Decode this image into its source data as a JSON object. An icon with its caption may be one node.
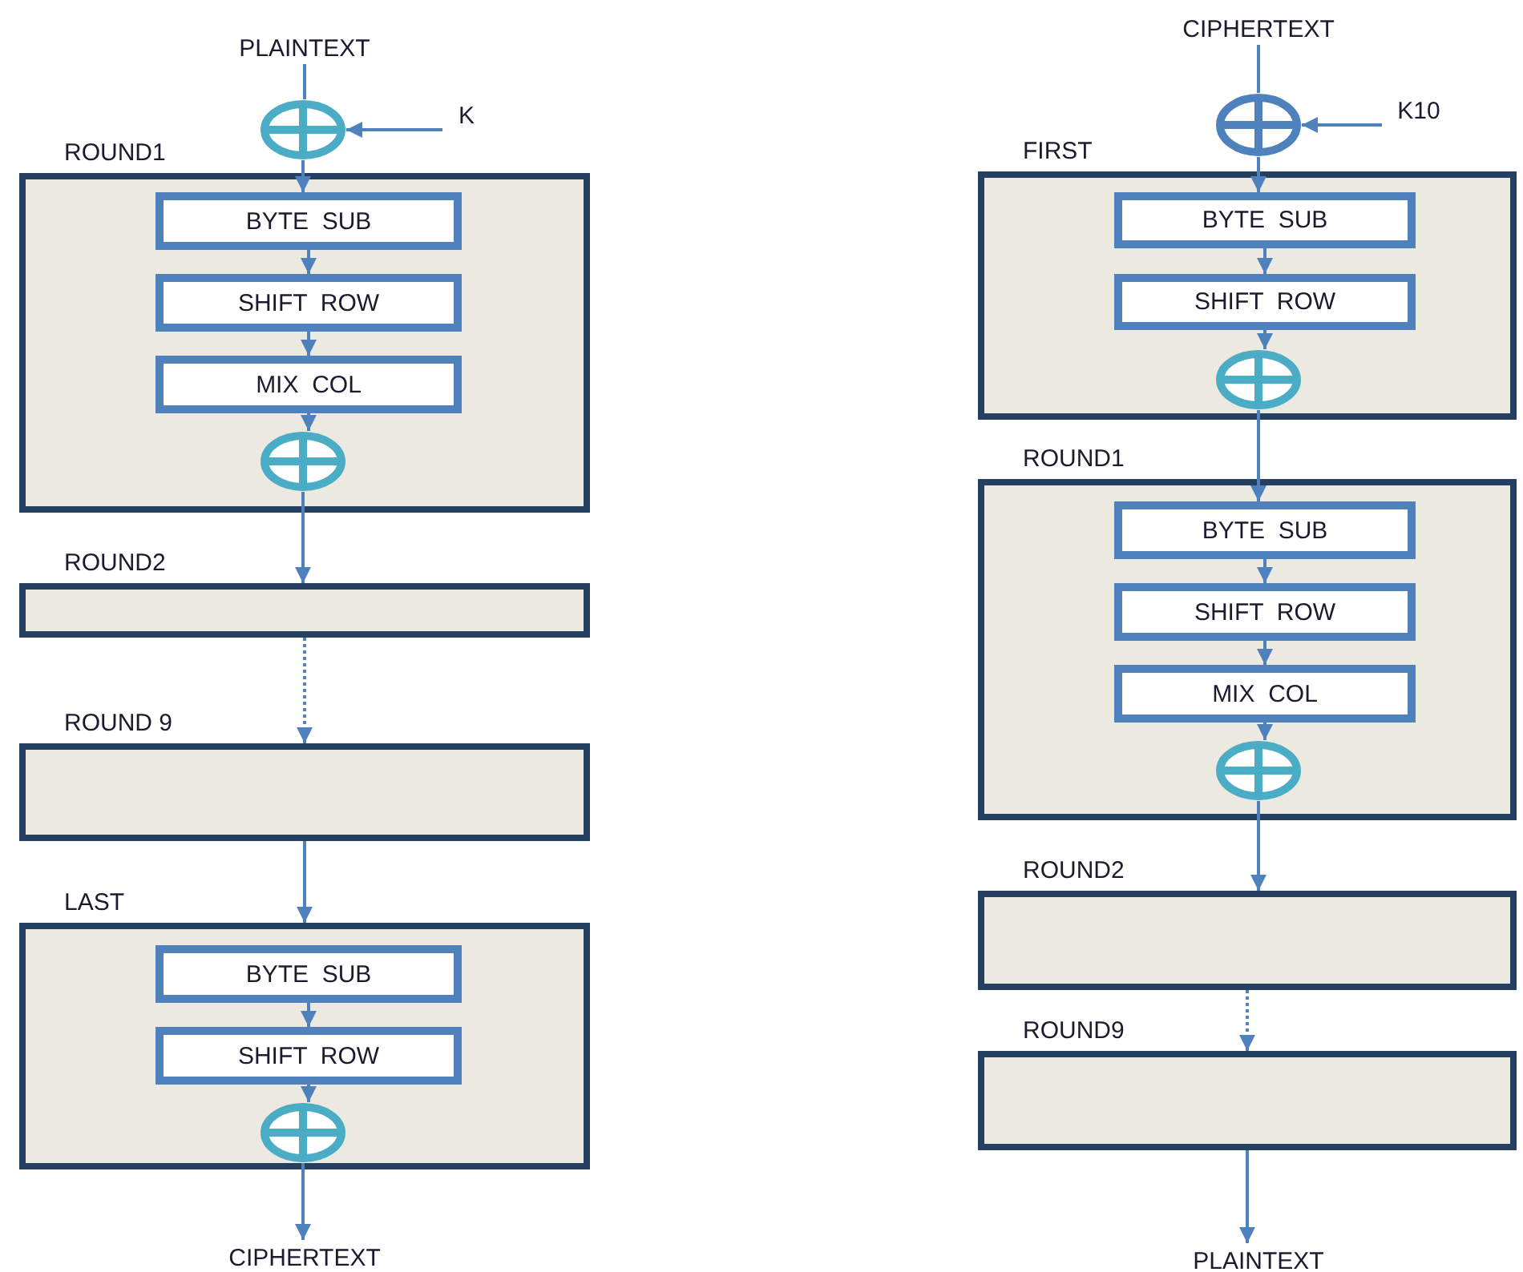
{
  "diagram": {
    "nodes": [
      {
        "text": [
          "PLAINTEXT"
        ]
      },
      {
        "text": [],
        "shape": "circle"
      },
      {
        "text": [
          "K"
        ]
      },
      {
        "text": [
          "ROUND1"
        ]
      },
      {
        "text": [
          "BYTE  SUB"
        ],
        "in": 3
      },
      {
        "text": [
          "SHIFT  ROW"
        ],
        "in": 3
      },
      {
        "text": [
          "MIX  COL"
        ],
        "in": 3
      },
      {
        "text": [],
        "shape": "circle",
        "in": 3
      },
      {
        "text": [
          "ROUND2"
        ]
      },
      {
        "text": [
          "ROUND 9"
        ]
      },
      {
        "text": [
          "LAST"
        ]
      },
      {
        "text": [
          "BYTE  SUB"
        ],
        "in": 10
      },
      {
        "text": [
          "SHIFT  ROW"
        ],
        "in": 10
      },
      {
        "text": [],
        "shape": "circle",
        "in": 10
      },
      {
        "text": [
          "CIPHERTEXT"
        ]
      },
      {
        "text": [
          "CIPHERTEXT"
        ]
      },
      {
        "text": [],
        "shape": "circle"
      },
      {
        "text": [
          "K10"
        ]
      },
      {
        "text": [
          "FIRST"
        ]
      },
      {
        "text": [
          "BYTE  SUB"
        ],
        "in": 18
      },
      {
        "text": [
          "SHIFT  ROW"
        ],
        "in": 18
      },
      {
        "text": [],
        "shape": "circle",
        "in": 18
      },
      {
        "text": [
          "ROUND1"
        ]
      },
      {
        "text": [
          "BYTE  SUB"
        ],
        "in": 22
      },
      {
        "text": [
          "SHIFT  ROW"
        ],
        "in": 22
      },
      {
        "text": [
          "MIX  COL"
        ],
        "in": 22
      },
      {
        "text": [],
        "shape": "circle",
        "in": 22
      },
      {
        "text": [
          "ROUND2"
        ]
      },
      {
        "text": [
          "ROUND9"
        ]
      },
      {
        "text": [
          "PLAINTEXT"
        ]
      }
    ],
    "edges": [
      {
        "from": 0,
        "to": 1,
        "arrow": "none"
      },
      {
        "from": 2,
        "to": 1,
        "arrow": "to"
      },
      {
        "from": 1,
        "to": 4,
        "arrow": "to"
      },
      {
        "from": 4,
        "to": 5,
        "arrow": "to"
      },
      {
        "from": 5,
        "to": 6,
        "arrow": "to"
      },
      {
        "from": 6,
        "to": 7,
        "arrow": "to"
      },
      {
        "from": 7,
        "to": 8,
        "arrow": "to"
      },
      {
        "from": 8,
        "to": 9,
        "arrow": "to",
        "style": "dashed"
      },
      {
        "from": 9,
        "to": 10,
        "arrow": "to"
      },
      {
        "from": 11,
        "to": 12,
        "arrow": "to"
      },
      {
        "from": 12,
        "to": 13,
        "arrow": "to"
      },
      {
        "from": 13,
        "to": 14,
        "arrow": "to"
      },
      {
        "from": 15,
        "to": 16,
        "arrow": "none"
      },
      {
        "from": 17,
        "to": 16,
        "arrow": "to"
      },
      {
        "from": 16,
        "to": 19,
        "arrow": "to"
      },
      {
        "from": 19,
        "to": 20,
        "arrow": "to"
      },
      {
        "from": 20,
        "to": 21,
        "arrow": "to"
      },
      {
        "from": 21,
        "to": 23,
        "arrow": "to"
      },
      {
        "from": 23,
        "to": 24,
        "arrow": "to"
      },
      {
        "from": 24,
        "to": 25,
        "arrow": "to"
      },
      {
        "from": 25,
        "to": 26,
        "arrow": "to"
      },
      {
        "from": 26,
        "to": 27,
        "arrow": "to"
      },
      {
        "from": 27,
        "to": 28,
        "arrow": "to",
        "style": "dashed"
      },
      {
        "from": 28,
        "to": 29,
        "arrow": "to"
      }
    ]
  }
}
